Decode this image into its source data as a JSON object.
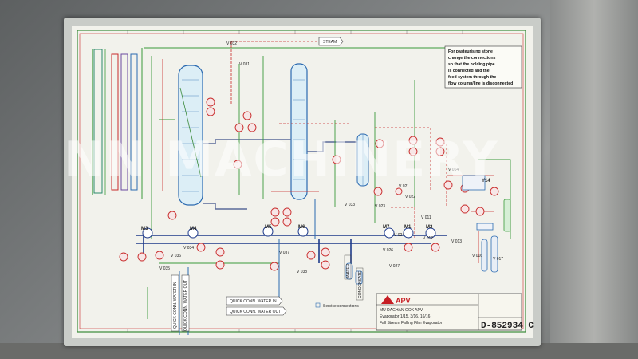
{
  "labels": {
    "steam": "STEAM",
    "water": "WATER",
    "condensate": "CONDENSATE",
    "quick_water_in": "QUICK CONN. WATER IN",
    "quick_water_out": "QUICK CONN. WATER OUT",
    "service_connections": "Service connections"
  },
  "note": [
    "For pasteurising stone",
    "change the connections",
    "so that the holding pipe",
    "is connected and the",
    "feed system through the",
    "flow column/line is disconnected"
  ],
  "motors": [
    "M3",
    "M4",
    "M5",
    "M6",
    "M7",
    "M1",
    "M2"
  ],
  "valves": [
    "V 035",
    "V 036",
    "V 037",
    "V 038",
    "V 034",
    "V 031",
    "V 032",
    "V 033",
    "V 014",
    "V 021",
    "V 022",
    "V 023",
    "V 024",
    "V 026",
    "V 027",
    "V 011",
    "V 012",
    "V 013",
    "V 016",
    "V 017"
  ],
  "tag_y14": "Y14",
  "title_block": {
    "company": "APV",
    "lines": [
      "MU DAGHAN GOK APV",
      "Evaporator 1/15, 3/16, 16/16",
      "Fall Stream Falling Film Evaporator"
    ],
    "drawing_number": "D-852934 C"
  },
  "watermark": "NN MACHINERY"
}
